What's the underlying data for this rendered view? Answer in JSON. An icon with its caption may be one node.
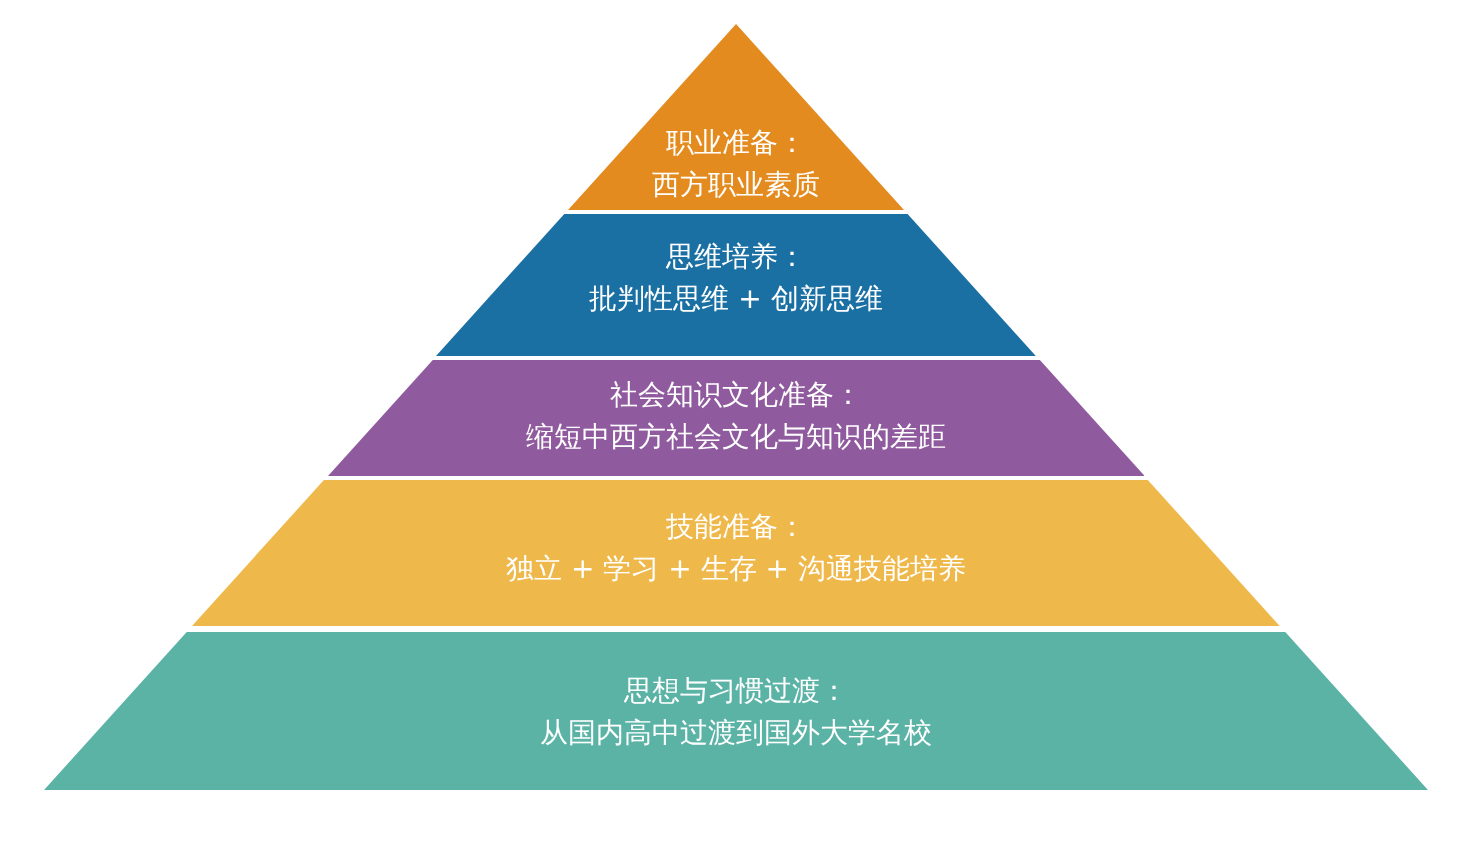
{
  "diagram": {
    "nodes": [
      {
        "text": [
          "职业准备：",
          "西方职业素质"
        ]
      },
      {
        "text": [
          "思维培养：",
          "批判性思维 + 创新思维"
        ]
      },
      {
        "text": [
          "社会知识文化准备：",
          "缩短中西方社会文化与知识的差距"
        ]
      },
      {
        "text": [
          "技能准备：",
          "独立 + 学习 + 生存 + 沟通技能培养"
        ]
      },
      {
        "text": [
          "思想与习惯过渡：",
          "从国内高中过渡到国外大学名校"
        ]
      }
    ]
  }
}
